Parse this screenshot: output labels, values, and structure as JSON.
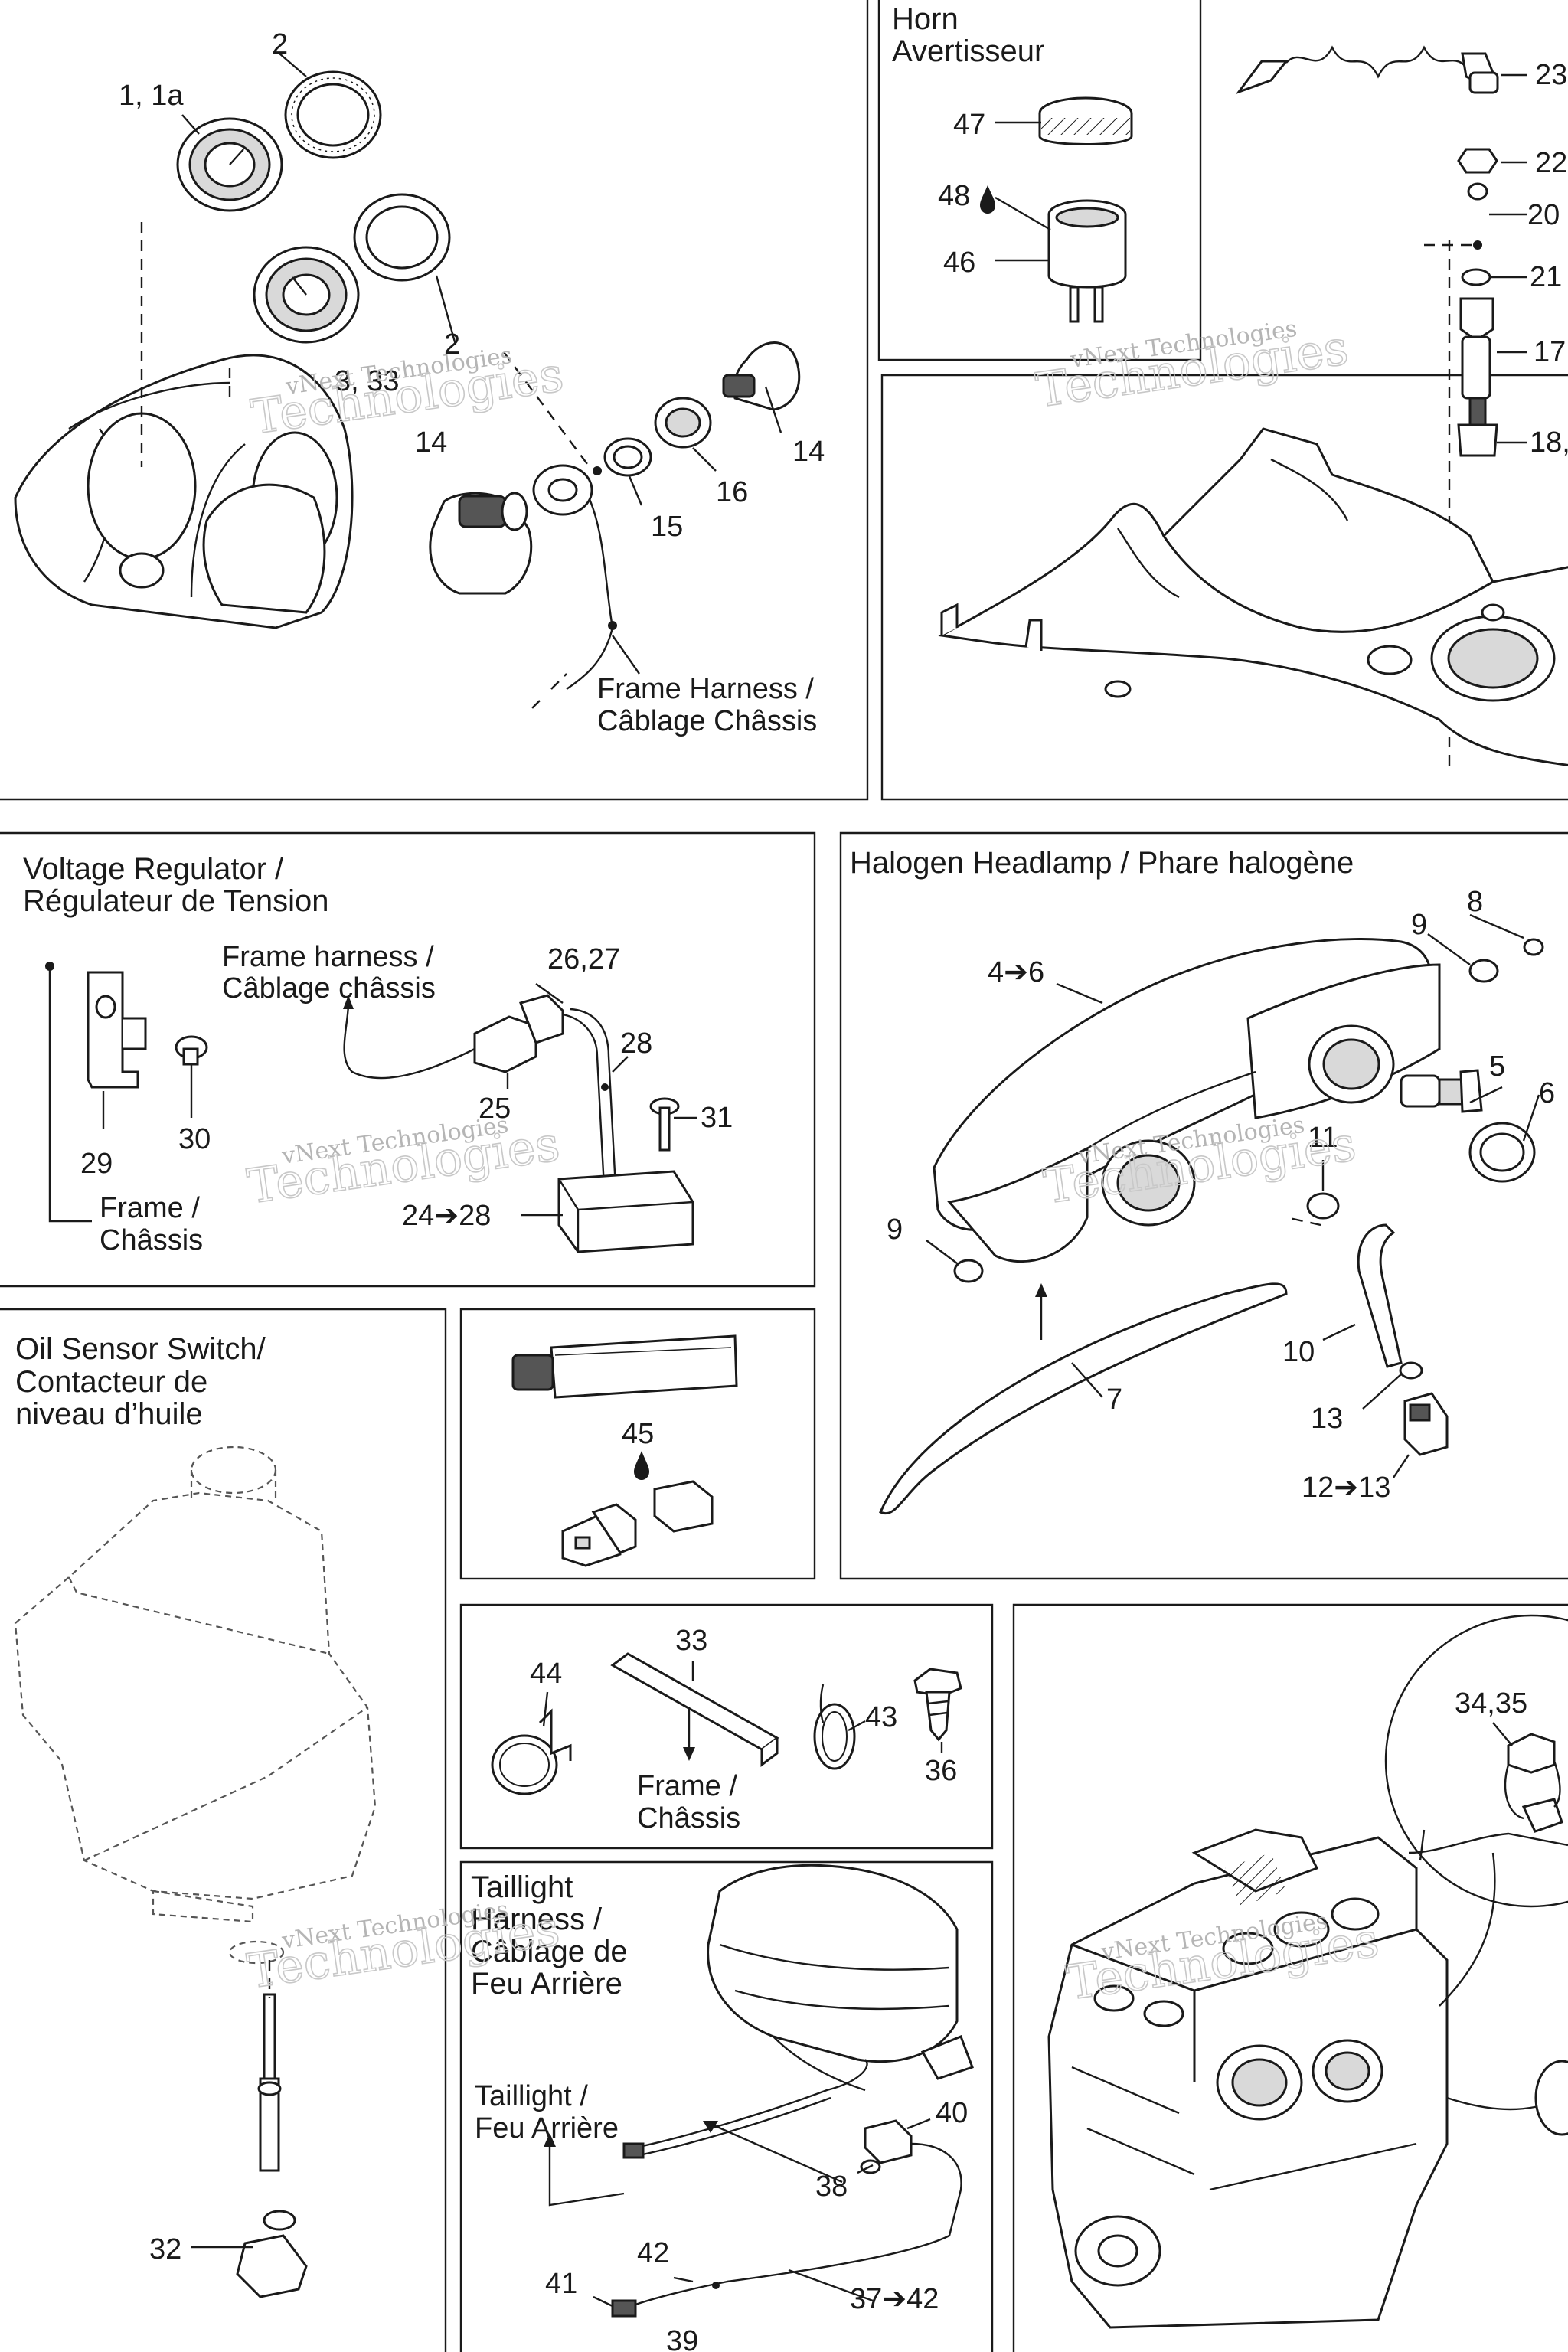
{
  "panels": {
    "gauges": {
      "callouts": [
        "1, 1a",
        "2",
        "2",
        "3, 33",
        "14",
        "14",
        "15",
        "16"
      ],
      "harness_line1": "Frame Harness /",
      "harness_line2": "Câblage Châssis"
    },
    "horn": {
      "title1": "Horn",
      "title2": "Avertisseur",
      "callouts": [
        "47",
        "48",
        "46"
      ]
    },
    "bar": {
      "callouts": [
        "23",
        "22",
        "20",
        "21",
        "17",
        "18,"
      ]
    },
    "voltage": {
      "title1": "Voltage Regulator /",
      "title2": "Régulateur de Tension",
      "harness1": "Frame harness /",
      "harness2": "Câblage châssis",
      "frame1": "Frame /",
      "frame2": "Châssis",
      "callouts": [
        "26,27",
        "28",
        "25",
        "31",
        "29",
        "30",
        "24➔28"
      ]
    },
    "headlamp": {
      "title": "Halogen Headlamp / Phare halogène",
      "callouts": [
        "8",
        "9",
        "4➔6",
        "5",
        "6",
        "11",
        "9",
        "10",
        "7",
        "13",
        "12➔13"
      ]
    },
    "oil": {
      "title1": "Oil Sensor Switch/",
      "title2": "Contacteur de",
      "title3": "niveau d’huile",
      "callouts": [
        "32"
      ]
    },
    "grease": {
      "callouts": [
        "45"
      ]
    },
    "clips": {
      "frame1": "Frame /",
      "frame2": "Châssis",
      "callouts": [
        "44",
        "33",
        "43",
        "36"
      ]
    },
    "taillight": {
      "title1": "Taillight",
      "title2": "Harness /",
      "title3": "Câblage de",
      "title4": "Feu Arrière",
      "tl1": "Taillight /",
      "tl2": "Feu Arrière",
      "callouts": [
        "40",
        "38",
        "42",
        "41",
        "37➔42",
        "39"
      ]
    },
    "engine": {
      "callouts": [
        "34,35"
      ]
    }
  },
  "watermark": {
    "line1": "vNext Technologies",
    "line2": "Technologies"
  }
}
